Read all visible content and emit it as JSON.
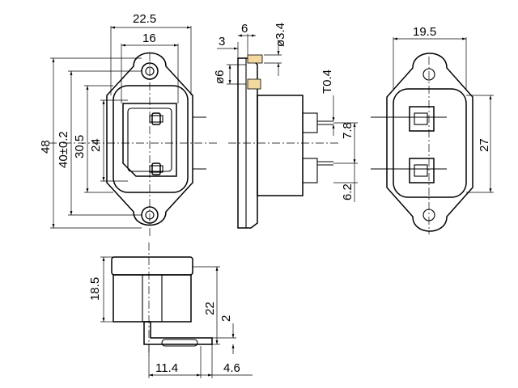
{
  "labels": {
    "front_width": "22.5",
    "front_inner_width": "16",
    "front_height": "48",
    "front_hole_spacing": "40±0.2",
    "front_body_height": "30.5",
    "front_window_height": "24",
    "side_flange": "3",
    "side_offset": "6",
    "side_hole_dia": "ø3.4",
    "side_diameter": "ø6",
    "side_terminal_thickness": "T0.4",
    "side_pin_pitch": "7.8",
    "side_pin_low": "6.2",
    "rear_width": "19.5",
    "rear_height": "27",
    "bottom_height": "18.5",
    "bottom_depth": "22",
    "bottom_step": "2",
    "bottom_base": "11.4",
    "bottom_terminal": "4.6"
  }
}
